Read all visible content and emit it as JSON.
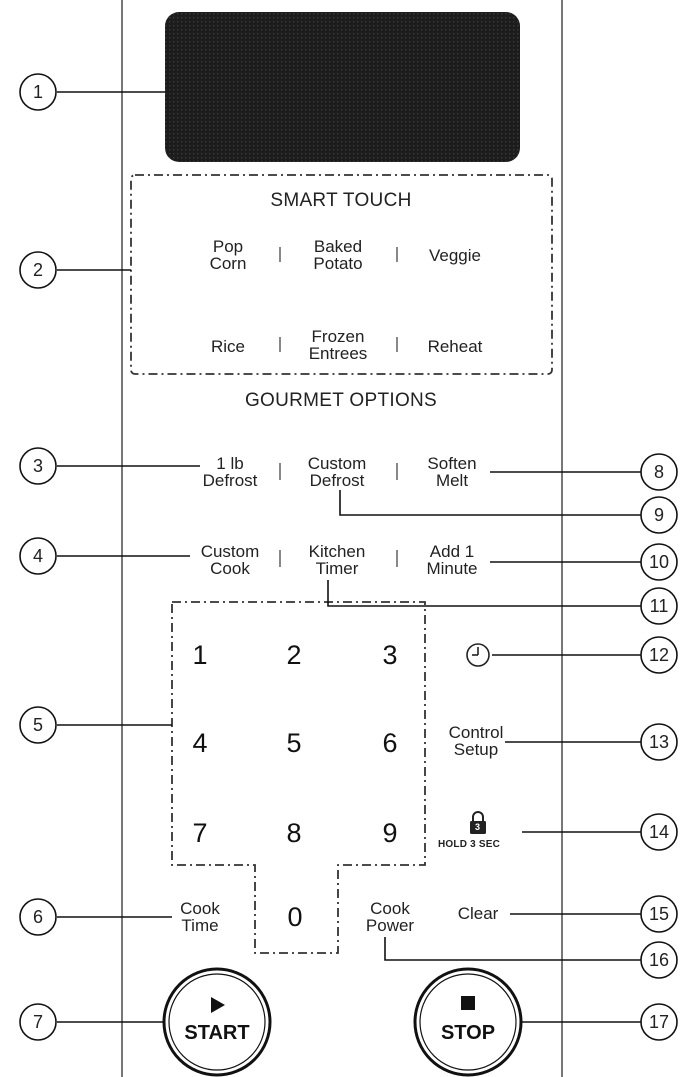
{
  "panel": {
    "smart_touch_title": "SMART TOUCH",
    "smart_touch_buttons": [
      {
        "line1": "Pop",
        "line2": "Corn"
      },
      {
        "line1": "Baked",
        "line2": "Potato"
      },
      {
        "line1": "Veggie",
        "line2": ""
      },
      {
        "line1": "Rice",
        "line2": ""
      },
      {
        "line1": "Frozen",
        "line2": "Entrees"
      },
      {
        "line1": "Reheat",
        "line2": ""
      }
    ],
    "gourmet_title": "GOURMET OPTIONS",
    "gourmet_buttons": [
      {
        "line1": "1 lb",
        "line2": "Defrost"
      },
      {
        "line1": "Custom",
        "line2": "Defrost"
      },
      {
        "line1": "Soften",
        "line2": "Melt"
      },
      {
        "line1": "Custom",
        "line2": "Cook"
      },
      {
        "line1": "Kitchen",
        "line2": "Timer"
      },
      {
        "line1": "Add 1",
        "line2": "Minute"
      }
    ],
    "keypad_digits": [
      "1",
      "2",
      "3",
      "4",
      "5",
      "6",
      "7",
      "8",
      "9",
      "0"
    ],
    "control_setup": {
      "line1": "Control",
      "line2": "Setup"
    },
    "lock_hold": "HOLD 3 SEC",
    "lock_number": "3",
    "cook_time": {
      "line1": "Cook",
      "line2": "Time"
    },
    "cook_power": {
      "line1": "Cook",
      "line2": "Power"
    },
    "clear_label": "Clear",
    "start_label": "START",
    "stop_label": "STOP",
    "clock_icon": "clock-icon",
    "lock_icon": "lock-icon"
  },
  "callouts": [
    "1",
    "2",
    "3",
    "4",
    "5",
    "6",
    "7",
    "8",
    "9",
    "10",
    "11",
    "12",
    "13",
    "14",
    "15",
    "16",
    "17"
  ],
  "colors": {
    "display": "#1e1e1e",
    "ink": "#222222",
    "line": "#444444"
  }
}
